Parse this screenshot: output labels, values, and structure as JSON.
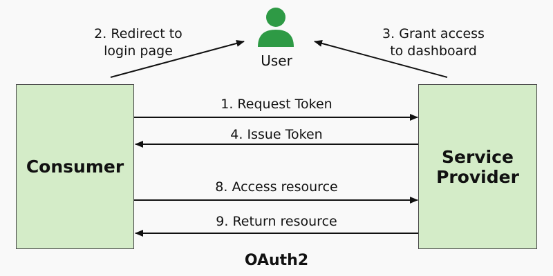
{
  "colors": {
    "box_fill": "#d4ecc8",
    "user_icon": "#2e9a45",
    "line": "#111111",
    "background": "#f9f9f9"
  },
  "nodes": {
    "consumer": "Consumer",
    "provider": "Service\nProvider",
    "user": "User"
  },
  "edges": {
    "request_token": "1. Request Token",
    "redirect_login": "2. Redirect to\nlogin page",
    "grant_access": "3. Grant access\nto dashboard",
    "issue_token": "4. Issue Token",
    "access_resource": "8. Access resource",
    "return_resource": "9. Return resource"
  },
  "caption": "OAuth2"
}
